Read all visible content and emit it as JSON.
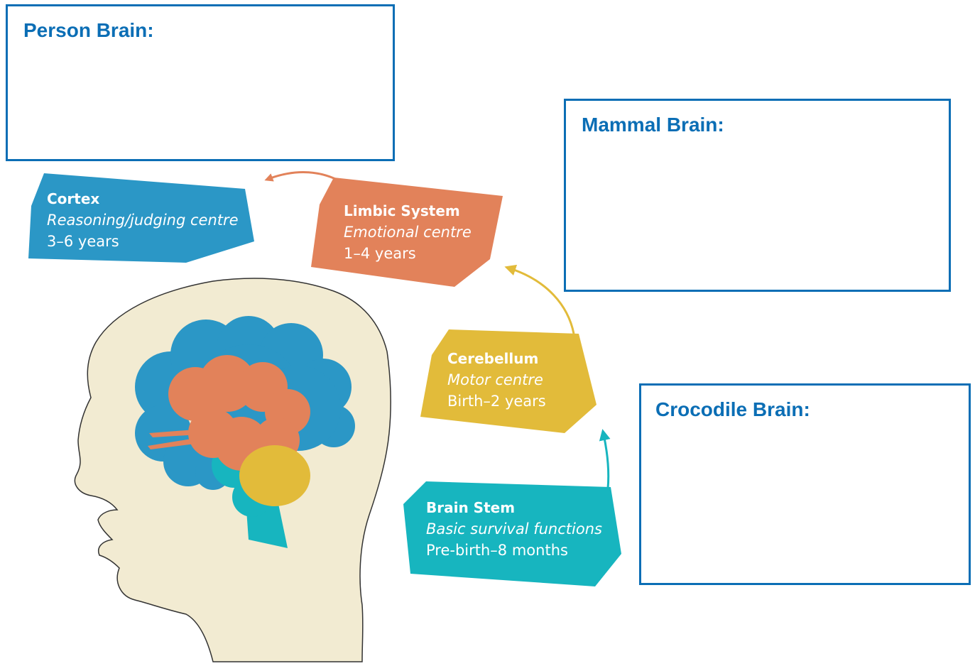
{
  "boxes": {
    "person": "Person Brain:",
    "mammal": "Mammal Brain:",
    "crocodile": "Crocodile Brain:"
  },
  "labels": {
    "cortex": {
      "name": "Cortex",
      "role": "Reasoning/judging centre",
      "age": "3–6 years",
      "color": "#2b97c6"
    },
    "limbic": {
      "name": "Limbic System",
      "role": "Emotional centre",
      "age": "1–4 years",
      "color": "#e2825a"
    },
    "cerebellum": {
      "name": "Cerebellum",
      "role": "Motor centre",
      "age": "Birth–2 years",
      "color": "#e2bb3a"
    },
    "brainstem": {
      "name": "Brain Stem",
      "role": "Basic survival functions",
      "age": "Pre-birth–8 months",
      "color": "#17b5bf"
    }
  },
  "colors": {
    "box_border": "#0b6eb5",
    "head_fill": "#f2ebd2",
    "head_outline": "#333333"
  }
}
